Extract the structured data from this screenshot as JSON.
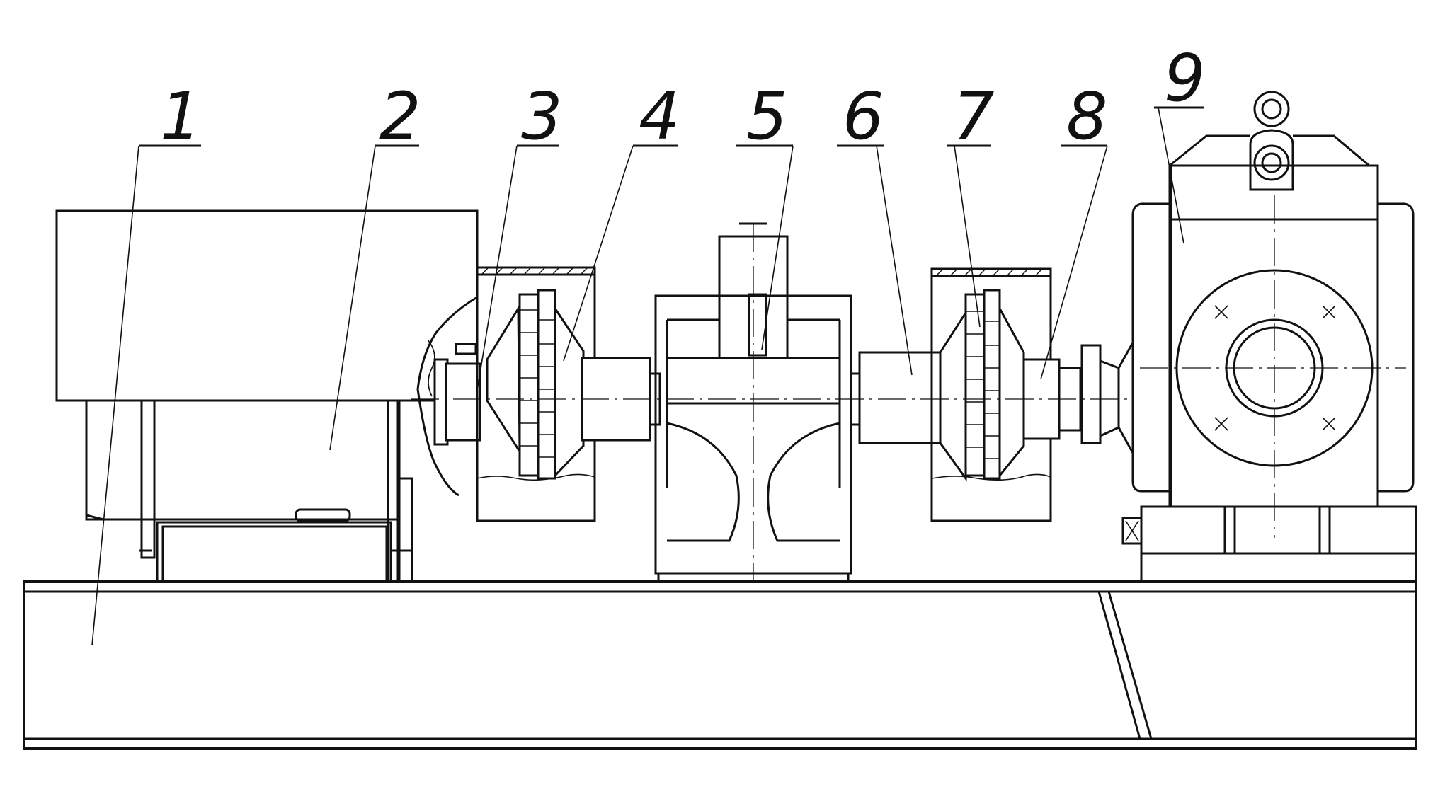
{
  "figure": {
    "type": "technical-assembly-drawing",
    "callouts": [
      {
        "label": "1"
      },
      {
        "label": "2"
      },
      {
        "label": "3"
      },
      {
        "label": "4"
      },
      {
        "label": "5"
      },
      {
        "label": "6"
      },
      {
        "label": "7"
      },
      {
        "label": "8"
      },
      {
        "label": "9"
      }
    ],
    "components": [
      {
        "id": "frame",
        "callout": "1"
      },
      {
        "id": "electric-motor",
        "callout": "2"
      },
      {
        "id": "motor-shaft-half-coupling",
        "callout": "3"
      },
      {
        "id": "pin-coupling-left",
        "callout": "4"
      },
      {
        "id": "brake-unit",
        "callout": "5"
      },
      {
        "id": "intermediate-shaft",
        "callout": "6"
      },
      {
        "id": "pin-coupling-right",
        "callout": "7"
      },
      {
        "id": "reducer-half-coupling",
        "callout": "8"
      },
      {
        "id": "gear-reducer",
        "callout": "9"
      }
    ]
  }
}
